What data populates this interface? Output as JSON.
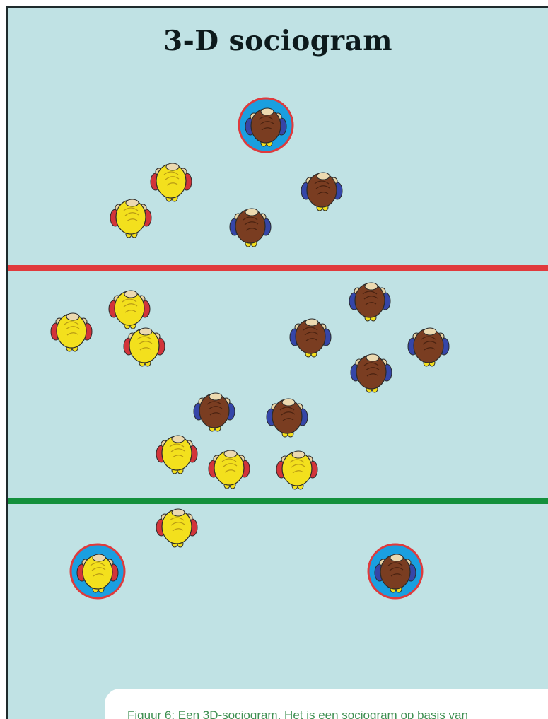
{
  "diagram": {
    "title": "3-D sociogram",
    "caption": "Figuur 6: Een 3D-sociogram. Het is een sociogram op basis van",
    "colors": {
      "background": "#c0e2e4",
      "frame_border": "#1e2b2c",
      "upper_divider": "#e03a3c",
      "lower_divider": "#13903c",
      "highlight_disc": "#1a9fe0",
      "highlight_ring": "#e03a3c",
      "yellow_figure": "#f3e01d",
      "yellow_backpack": "#d2343a",
      "brown_figure": "#7a3d21",
      "brown_backpack": "#3546a8",
      "caption_text": "#3f8f52"
    },
    "zones": [
      {
        "name": "upper",
        "figures": {
          "yellow": 2,
          "brown": 3
        }
      },
      {
        "name": "middle",
        "figures": {
          "yellow": 6,
          "brown": 6
        }
      },
      {
        "name": "lower",
        "figures": {
          "yellow": 2,
          "brown": 1
        }
      }
    ],
    "highlighted_figures": 3
  }
}
